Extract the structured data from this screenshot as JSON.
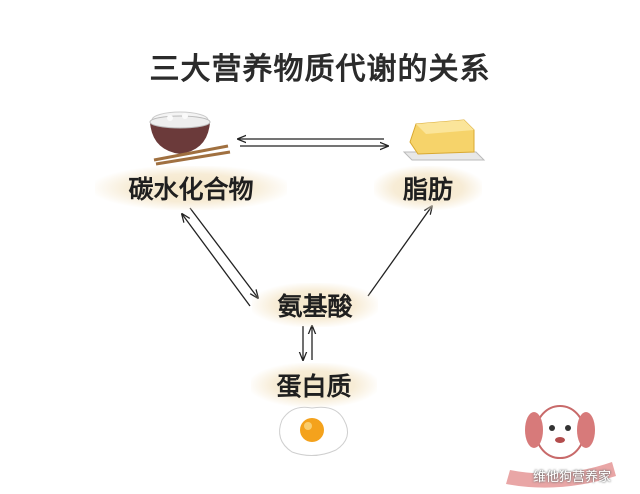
{
  "title": "三大营养物质代谢的关系",
  "nodes": {
    "carbohydrate": "碳水化合物",
    "fat": "脂肪",
    "amino_acid": "氨基酸",
    "protein": "蛋白质"
  },
  "watermark": "维他狗营养家",
  "colors": {
    "node_bg": "#f5e7c8",
    "arrow": "#222222",
    "title": "#2b2b2b"
  },
  "icons": {
    "carbohydrate": "rice-bowl-icon",
    "fat": "butter-icon",
    "protein": "fried-egg-icon",
    "mascot": "dog-mascot-icon"
  }
}
